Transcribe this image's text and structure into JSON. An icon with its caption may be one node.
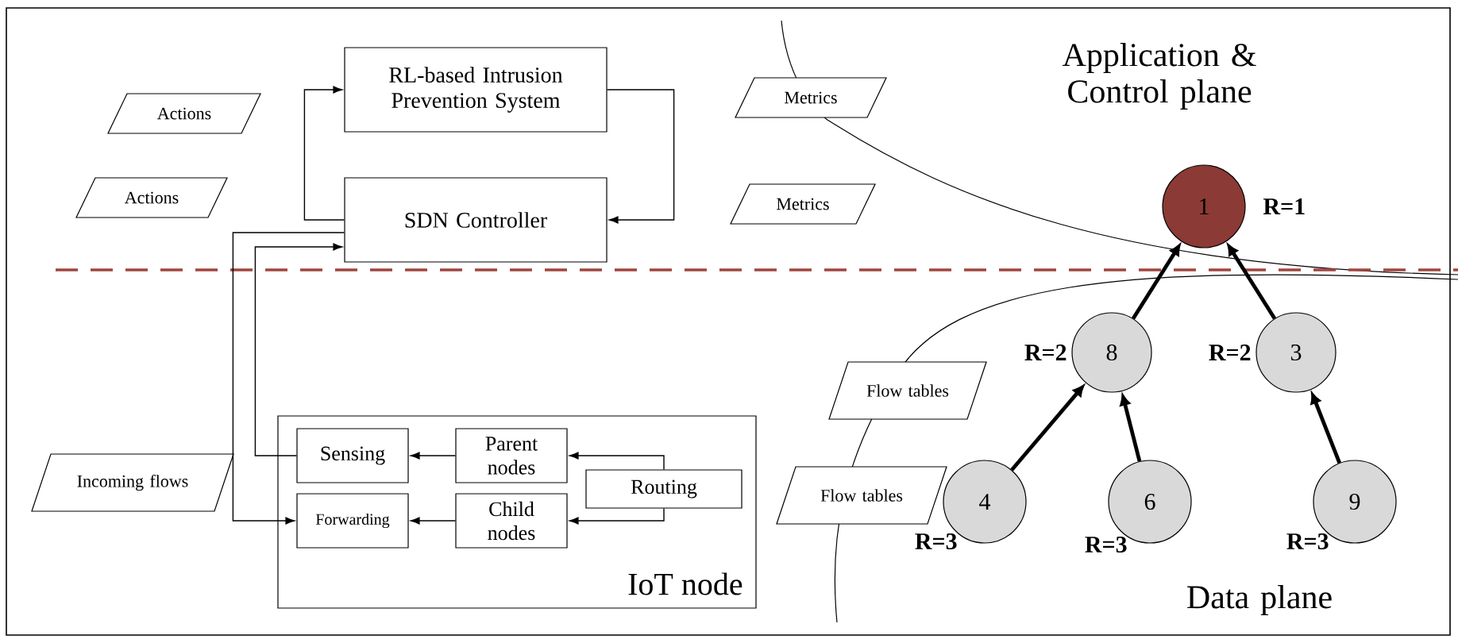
{
  "diagram": {
    "nodes": [
      {
        "text": [
          "RL-based Intrusion Prevention System"
        ]
      },
      {
        "text": [
          "Actions"
        ]
      },
      {
        "text": [
          "Metrics"
        ]
      },
      {
        "text": [
          "Actions"
        ]
      },
      {
        "text": [
          "SDN Controller"
        ]
      },
      {
        "text": [
          "Metrics"
        ]
      },
      {
        "text": [
          "1"
        ],
        "beside": [
          "R=1"
        ]
      },
      {
        "text": [
          "8"
        ],
        "beside": [
          "R=2"
        ]
      },
      {
        "text": [
          "3"
        ],
        "beside": [
          "R=2"
        ]
      },
      {
        "text": [
          "Flow tables"
        ]
      },
      {
        "text": [
          "IoT node"
        ]
      },
      {
        "text": [
          "Sensing"
        ],
        "in": 10
      },
      {
        "text": [
          "Parent nodes"
        ],
        "in": 10
      },
      {
        "text": [
          "Routing"
        ],
        "in": 10
      },
      {
        "text": [
          "Forwarding"
        ],
        "in": 10
      },
      {
        "text": [
          "Child nodes"
        ],
        "in": 10
      },
      {
        "text": [
          "Incoming flows"
        ]
      },
      {
        "text": [
          "Flow tables"
        ]
      },
      {
        "text": [
          "4"
        ],
        "beside": [
          "R=3"
        ]
      },
      {
        "text": [
          "6"
        ],
        "beside": [
          "R=3"
        ]
      },
      {
        "text": [
          "9"
        ],
        "beside": [
          "R=3"
        ]
      }
    ],
    "edges": [
      {
        "from": 4,
        "to": 0,
        "arrow": "to"
      },
      {
        "from": 0,
        "to": 4,
        "arrow": "to"
      },
      {
        "from": 4,
        "to": 14,
        "arrow": "to"
      },
      {
        "from": 11,
        "to": 4,
        "arrow": "to"
      },
      {
        "from": 12,
        "to": 11,
        "arrow": "to"
      },
      {
        "from": 15,
        "to": 14,
        "arrow": "to"
      },
      {
        "from": 13,
        "to": 12,
        "arrow": "to"
      },
      {
        "from": 13,
        "to": 15,
        "arrow": "to"
      },
      {
        "from": 7,
        "to": 6,
        "arrow": "to",
        "style": "thick"
      },
      {
        "from": 8,
        "to": 6,
        "arrow": "to",
        "style": "thick"
      },
      {
        "from": 18,
        "to": 7,
        "arrow": "to",
        "style": "thick"
      },
      {
        "from": 19,
        "to": 7,
        "arrow": "to",
        "style": "thick"
      },
      {
        "from": 20,
        "to": 8,
        "arrow": "to",
        "style": "thick"
      }
    ],
    "labels": [
      "Application & Control plane",
      "Data plane"
    ]
  }
}
